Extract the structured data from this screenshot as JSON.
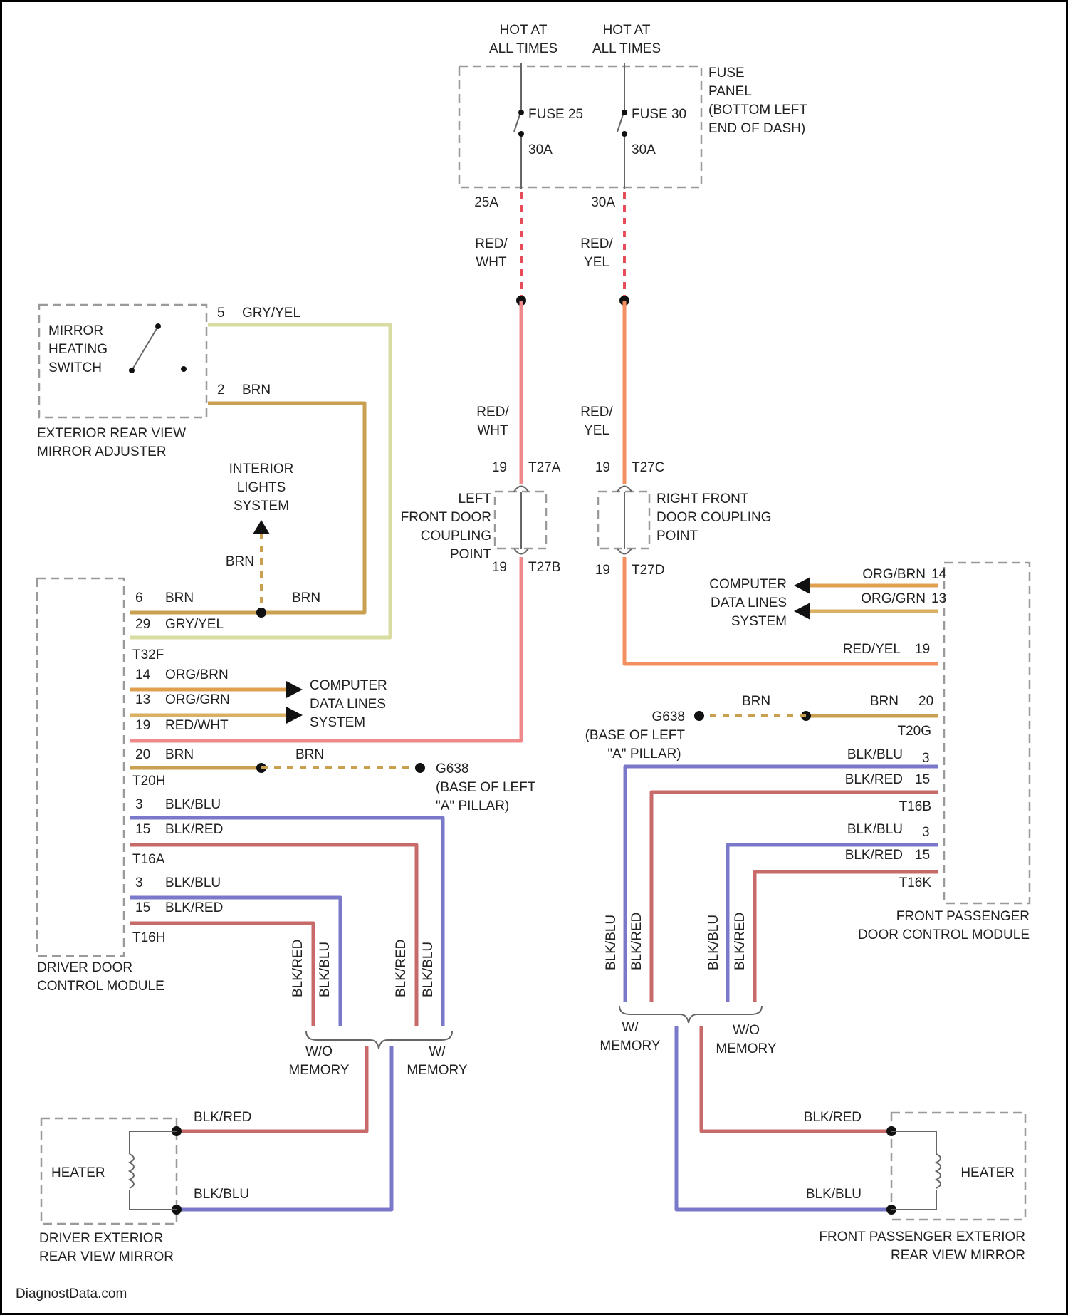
{
  "fuse_panel": {
    "hot_left": [
      "HOT AT",
      "ALL TIMES"
    ],
    "hot_right": [
      "HOT AT",
      "ALL TIMES"
    ],
    "label": [
      "FUSE",
      "PANEL",
      "(BOTTOM LEFT",
      "END OF DASH)"
    ],
    "fuse_left_name": "FUSE 25",
    "fuse_left_amp": "30A",
    "fuse_right_name": "FUSE 30",
    "fuse_right_amp": "30A",
    "term_left": "25A",
    "term_right": "30A"
  },
  "wires": {
    "red_wht": [
      "RED/",
      "WHT"
    ],
    "red_yel": [
      "RED/",
      "YEL"
    ],
    "gry_yel": "GRY/YEL",
    "brn": "BRN",
    "org_brn": "ORG/BRN",
    "org_grn": "ORG/GRN",
    "red_wht_inline": "RED/WHT",
    "red_yel_inline": "RED/YEL",
    "blk_blu": "BLK/BLU",
    "blk_red": "BLK/RED"
  },
  "mirror_adjuster": {
    "switch_label": [
      "MIRROR",
      "HEATING",
      "SWITCH"
    ],
    "title": [
      "EXTERIOR REAR VIEW",
      "MIRROR ADJUSTER"
    ],
    "pin5": "5",
    "pin2": "2"
  },
  "interior_lights": [
    "INTERIOR",
    "LIGHTS",
    "SYSTEM"
  ],
  "left_coupling": {
    "label": [
      "LEFT",
      "FRONT DOOR",
      "COUPLING",
      "POINT"
    ],
    "top_pin": "19",
    "top_conn": "T27A",
    "bot_pin": "19",
    "bot_conn": "T27B"
  },
  "right_coupling": {
    "label": [
      "RIGHT FRONT",
      "DOOR COUPLING",
      "POINT"
    ],
    "top_pin": "19",
    "top_conn": "T27C",
    "bot_pin": "19",
    "bot_conn": "T27D"
  },
  "driver_module": {
    "title": [
      "DRIVER DOOR",
      "CONTROL MODULE"
    ],
    "pins": [
      "6",
      "29",
      "14",
      "13",
      "19",
      "20",
      "3",
      "15",
      "3",
      "15"
    ],
    "conns": [
      "T32F",
      "T20H",
      "T16A",
      "T16H"
    ]
  },
  "passenger_module": {
    "title": [
      "FRONT PASSENGER",
      "DOOR CONTROL MODULE"
    ],
    "pins": [
      "14",
      "13",
      "19",
      "20",
      "3",
      "15",
      "3",
      "15"
    ],
    "conns": [
      "T20G",
      "T16B",
      "T16K"
    ]
  },
  "computer_data_lines": [
    "COMPUTER",
    "DATA LINES",
    "SYSTEM"
  ],
  "ground_left": {
    "id": "G638",
    "loc": [
      "(BASE OF LEFT",
      "\"A\" PILLAR)"
    ]
  },
  "ground_right": {
    "id": "G638",
    "loc": [
      "(BASE OF LEFT",
      "\"A\" PILLAR)"
    ]
  },
  "memory": {
    "wo": [
      "W/O",
      "MEMORY"
    ],
    "w": [
      "W/",
      "MEMORY"
    ]
  },
  "driver_mirror": {
    "heater": "HEATER",
    "title": [
      "DRIVER EXTERIOR",
      "REAR VIEW MIRROR"
    ]
  },
  "passenger_mirror": {
    "heater": "HEATER",
    "title": [
      "FRONT PASSENGER EXTERIOR",
      "REAR VIEW MIRROR"
    ]
  },
  "colors": {
    "red_wht": "#f08a8a",
    "red_yel": "#f29060",
    "gry_yel": "#d8dca0",
    "brn": "#c8a050",
    "org_brn": "#e0a050",
    "org_grn": "#d8b060",
    "blk_blu": "#7a78c8",
    "blk_red": "#c86a6a"
  },
  "footer": "DiagnostData.com"
}
